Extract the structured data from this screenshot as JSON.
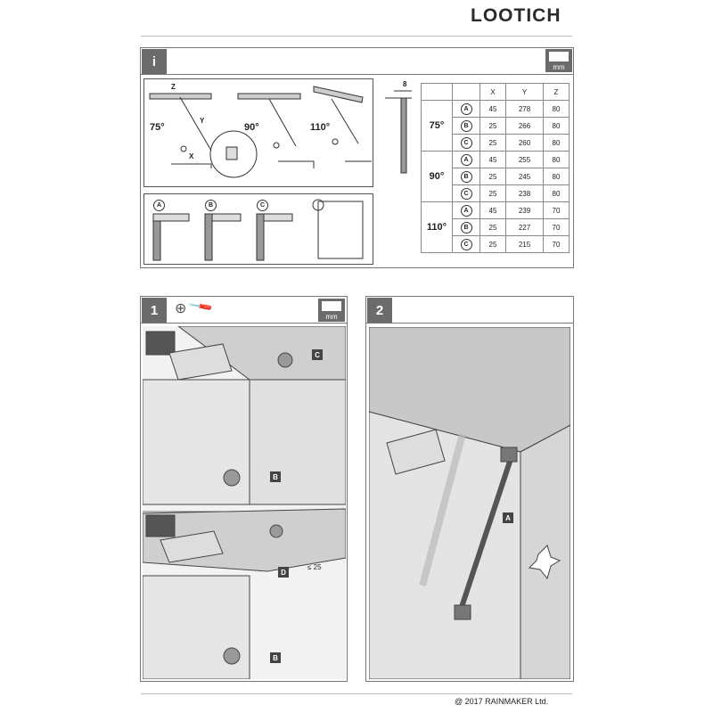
{
  "brand": {
    "logo": "LOOTICH"
  },
  "info_panel": {
    "tab_label": "i",
    "unit_label": "mm",
    "angles": [
      "75°",
      "90°",
      "110°"
    ],
    "dim_labels": {
      "x": "X",
      "y": "Y",
      "z": "Z",
      "eight": "8"
    },
    "profiles": [
      "A",
      "B",
      "C"
    ],
    "table": {
      "headers": [
        "X",
        "Y",
        "Z"
      ],
      "groups": [
        {
          "angle": "75°",
          "rows": [
            {
              "type": "A",
              "x": "45",
              "y": "278",
              "z": "80"
            },
            {
              "type": "B",
              "x": "25",
              "y": "266",
              "z": "80"
            },
            {
              "type": "C",
              "x": "25",
              "y": "260",
              "z": "80"
            }
          ]
        },
        {
          "angle": "90°",
          "rows": [
            {
              "type": "A",
              "x": "45",
              "y": "255",
              "z": "80"
            },
            {
              "type": "B",
              "x": "25",
              "y": "245",
              "z": "80"
            },
            {
              "type": "C",
              "x": "25",
              "y": "238",
              "z": "80"
            }
          ]
        },
        {
          "angle": "110°",
          "rows": [
            {
              "type": "A",
              "x": "45",
              "y": "239",
              "z": "70"
            },
            {
              "type": "B",
              "x": "25",
              "y": "227",
              "z": "70"
            },
            {
              "type": "C",
              "x": "25",
              "y": "215",
              "z": "70"
            }
          ]
        }
      ]
    }
  },
  "step1": {
    "number": "1",
    "unit_label": "mm",
    "callouts": [
      "C",
      "B",
      "D",
      "B"
    ],
    "dimension": "≤ 25"
  },
  "step2": {
    "number": "2",
    "callout": "A"
  },
  "footer": {
    "copyright": "@ 2017 RAINMAKER Ltd."
  }
}
